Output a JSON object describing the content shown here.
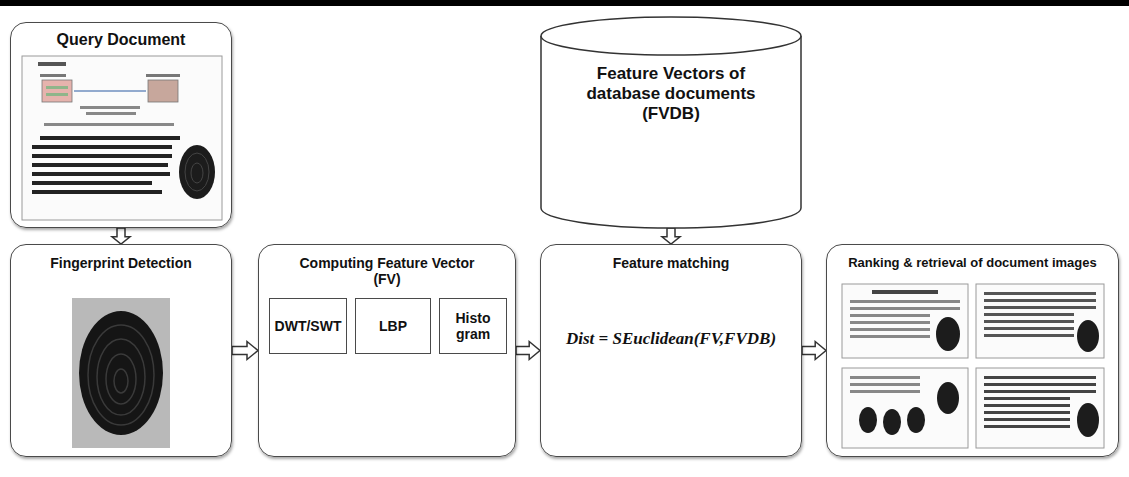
{
  "diagram": {
    "nodes": [
      {
        "text": [
          "Query Document"
        ]
      },
      {
        "text": [
          "Feature Vectors of database documents (FVDB)"
        ]
      },
      {
        "text": [
          "Fingerprint Detection"
        ]
      },
      {
        "text": [
          "Computing Feature Vector (FV)"
        ]
      },
      {
        "text": [
          "DWT/SWT"
        ],
        "in": 3
      },
      {
        "text": [
          "LBP"
        ],
        "in": 3
      },
      {
        "text": [
          "Histo gram"
        ],
        "in": 3
      },
      {
        "text": [
          "Feature matching",
          "Dist = SEuclidean(FV,FVDB)"
        ]
      },
      {
        "text": [
          "Ranking & retrieval of document images"
        ]
      }
    ],
    "edges": [
      {
        "from": 0,
        "to": 2,
        "arrow": "to"
      },
      {
        "from": 2,
        "to": 3,
        "arrow": "to"
      },
      {
        "from": 3,
        "to": 7,
        "arrow": "to"
      },
      {
        "from": 1,
        "to": 7,
        "arrow": "to"
      },
      {
        "from": 7,
        "to": 8,
        "arrow": "to"
      }
    ]
  }
}
